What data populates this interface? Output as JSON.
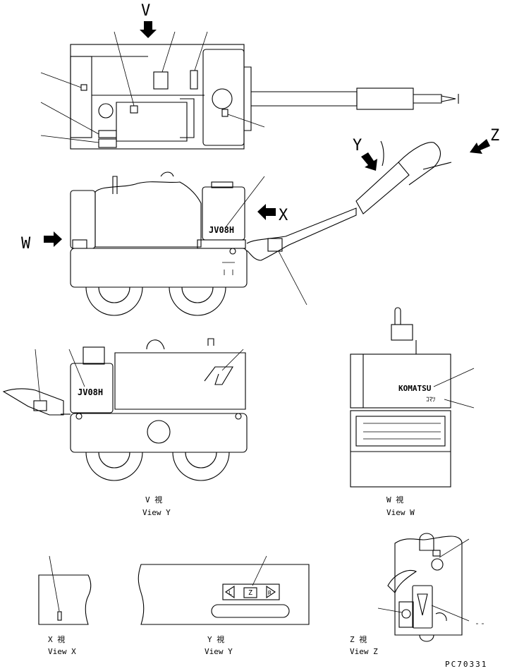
{
  "views": {
    "top_view_marker": "V",
    "marker_x": "X",
    "marker_y": "Y",
    "marker_z": "Z",
    "marker_w": "W"
  },
  "machine": {
    "model_badge": "JV08H",
    "model_badge_rear": "JV08H",
    "logo_text": "KOMATSU",
    "logo_sub": "ｺﾏﾂ"
  },
  "captions": {
    "v_jp": "V  視",
    "v_en": "View Y",
    "w_jp": "W  視",
    "w_en": "View W",
    "x_jp": "X  視",
    "x_en": "View X",
    "y_jp": "Y  視",
    "y_en": "View Y",
    "z_jp": "Z  視",
    "z_en": "View Z"
  },
  "decal": {
    "left": "L",
    "center": "Z",
    "right": "R"
  },
  "page_code": "PC70331"
}
